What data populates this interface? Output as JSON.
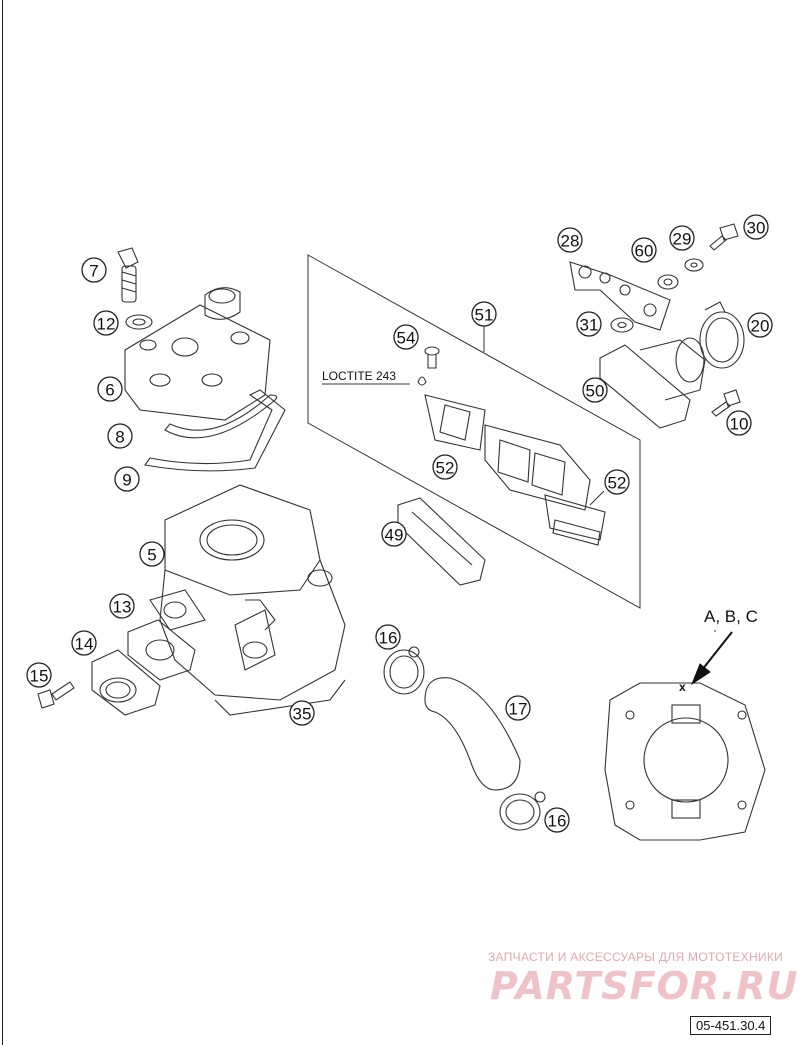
{
  "callouts": [
    {
      "id": "7",
      "label": "7"
    },
    {
      "id": "12",
      "label": "12"
    },
    {
      "id": "6",
      "label": "6"
    },
    {
      "id": "8",
      "label": "8"
    },
    {
      "id": "9",
      "label": "9"
    },
    {
      "id": "5",
      "label": "5"
    },
    {
      "id": "13",
      "label": "13"
    },
    {
      "id": "14",
      "label": "14"
    },
    {
      "id": "15",
      "label": "15"
    },
    {
      "id": "35",
      "label": "35"
    },
    {
      "id": "54",
      "label": "54"
    },
    {
      "id": "51",
      "label": "51"
    },
    {
      "id": "52a",
      "label": "52"
    },
    {
      "id": "52b",
      "label": "52"
    },
    {
      "id": "49",
      "label": "49"
    },
    {
      "id": "28",
      "label": "28"
    },
    {
      "id": "60",
      "label": "60"
    },
    {
      "id": "29",
      "label": "29"
    },
    {
      "id": "30",
      "label": "30"
    },
    {
      "id": "31",
      "label": "31"
    },
    {
      "id": "20",
      "label": "20"
    },
    {
      "id": "50",
      "label": "50"
    },
    {
      "id": "10",
      "label": "10"
    },
    {
      "id": "16a",
      "label": "16"
    },
    {
      "id": "17",
      "label": "17"
    },
    {
      "id": "16b",
      "label": "16"
    }
  ],
  "labels": {
    "loctite": "LOCTITE 243",
    "variants": "A, B, C",
    "mark_x": "x"
  },
  "watermark": {
    "tagline": "ЗАПЧАСТИ И АКСЕССУАРЫ ДЛЯ МОТОТЕХНИКИ",
    "logo": "PARTSFOR.RU"
  },
  "drawing_code": "05-451.30.4"
}
